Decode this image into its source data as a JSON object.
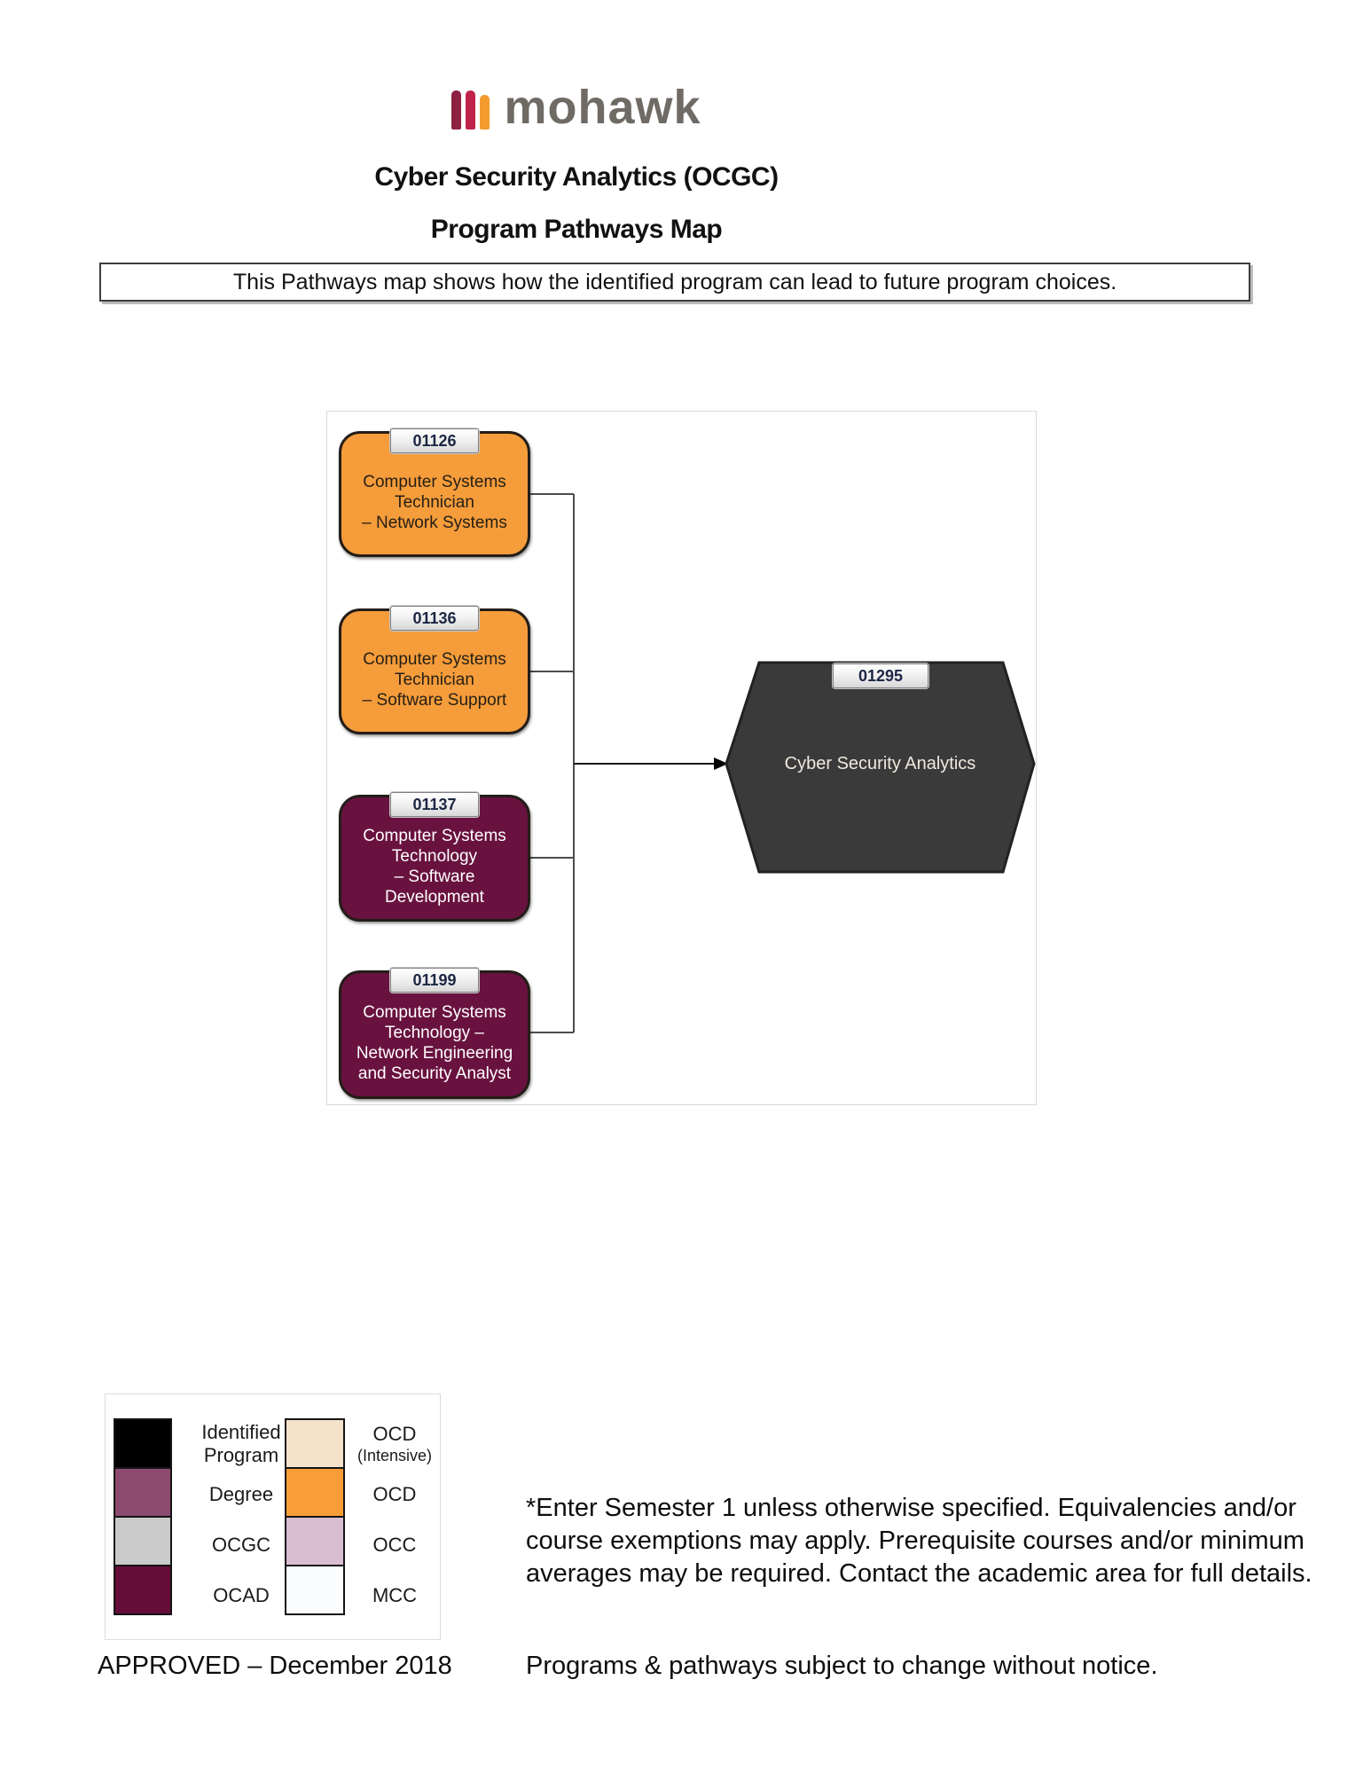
{
  "header": {
    "logo": {
      "text": "mohawk",
      "bar_colors": [
        "#8e2142",
        "#c02349",
        "#f49b2e"
      ]
    },
    "title": "Cyber Security Analytics (OCGC)",
    "subtitle": "Program Pathways Map",
    "description": "This Pathways map shows how the identified program can lead to future program choices."
  },
  "diagram": {
    "source_programs": [
      {
        "code": "01126",
        "name": "Computer Systems\nTechnician\n– Network Systems",
        "color": "#F59C3B"
      },
      {
        "code": "01136",
        "name": "Computer Systems\nTechnician\n– Software Support",
        "color": "#F59C3B"
      },
      {
        "code": "01137",
        "name": "Computer Systems\nTechnology\n– Software\nDevelopment",
        "color": "#69123F"
      },
      {
        "code": "01199",
        "name": "Computer Systems\nTechnology –\nNetwork Engineering\nand Security Analyst",
        "color": "#69123F"
      }
    ],
    "target_program": {
      "code": "01295",
      "name": "Cyber Security Analytics",
      "color": "#3A3A3A"
    }
  },
  "legend": {
    "left": [
      {
        "label": "Identified\nProgram",
        "color": "#000000"
      },
      {
        "label": "Degree",
        "color": "#8D4A6F"
      },
      {
        "label": "OCGC",
        "color": "#C9CAC9"
      },
      {
        "label": "OCAD",
        "color": "#650D38"
      }
    ],
    "right": [
      {
        "label": "OCD",
        "sublabel": "(Intensive)",
        "color": "#F5E2CB"
      },
      {
        "label": "OCD",
        "color": "#F99D37"
      },
      {
        "label": "OCC",
        "color": "#D8BDD3"
      },
      {
        "label": "MCC",
        "color": "#FBFCFE"
      }
    ]
  },
  "note": {
    "lines": [
      "*Enter Semester 1 unless otherwise specified. Equivalencies and/or",
      "course exemptions may apply. Prerequisite courses and/or minimum",
      "averages may be required. Contact the academic area for full details."
    ]
  },
  "footer": {
    "approved": "APPROVED – December 2018",
    "disclaimer": "Programs & pathways subject to change without notice."
  }
}
